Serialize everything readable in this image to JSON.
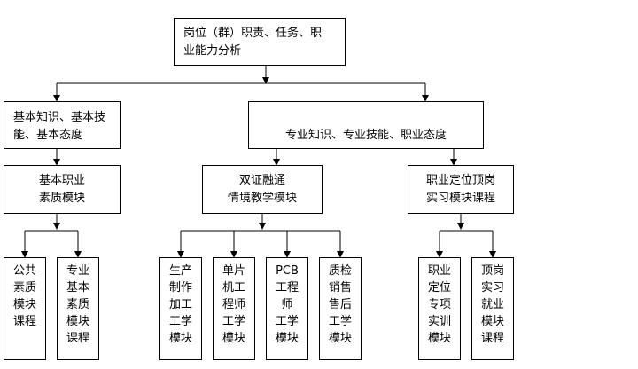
{
  "root": {
    "line1": "岗位（群）职责、任务、职",
    "line2": "业能力分析"
  },
  "left_req": {
    "line1": "基本知识、基本技",
    "line2": "能、基本态度"
  },
  "right_req": {
    "text": "专业知识、专业技能、职业态度"
  },
  "module_basic": {
    "line1": "基本职业",
    "line2": "素质模块"
  },
  "module_dual": {
    "line1": "双证融通",
    "line2": "情境教学模块"
  },
  "module_intern": {
    "line1": "职业定位顶岗",
    "line2": "实习模块课程"
  },
  "leaves": [
    {
      "chars": [
        "公共",
        "素质",
        "模块",
        "课程"
      ]
    },
    {
      "chars": [
        "专业",
        "基本",
        "素质",
        "模块",
        "课程"
      ]
    },
    {
      "chars": [
        "生产",
        "制作",
        "加工",
        "工学",
        "模块"
      ]
    },
    {
      "chars": [
        "单片",
        "机工",
        "程师",
        "工学",
        "模块"
      ]
    },
    {
      "chars": [
        "PCB",
        "工程",
        "师",
        "工学",
        "模块"
      ]
    },
    {
      "chars": [
        "质检",
        "销售",
        "售后",
        "工学",
        "模块"
      ]
    },
    {
      "chars": [
        "职业",
        "定位",
        "专项",
        "实训",
        "模块"
      ]
    },
    {
      "chars": [
        "顶岗",
        "实习",
        "就业",
        "模块",
        "课程"
      ]
    }
  ]
}
